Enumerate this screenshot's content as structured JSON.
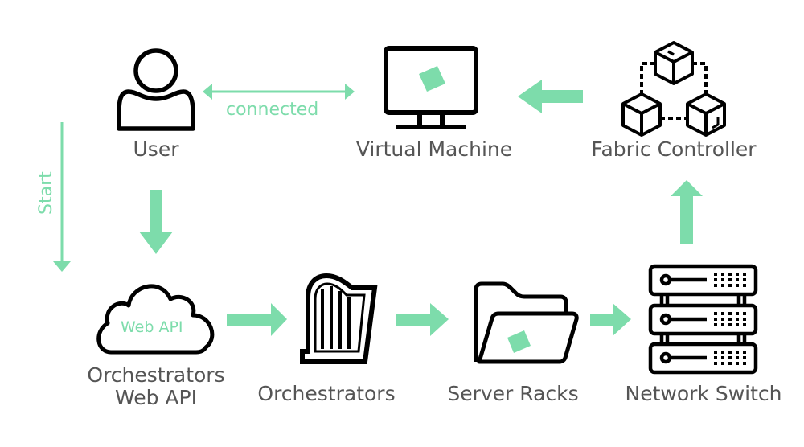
{
  "diagram": {
    "accent_color": "#7ddcab",
    "icon_color": "#000000",
    "label_color": "#555555",
    "nodes": [
      {
        "id": "user",
        "label": "User",
        "icon": "user-icon"
      },
      {
        "id": "vm",
        "label": "Virtual Machine",
        "icon": "monitor-icon"
      },
      {
        "id": "fabric",
        "label": "Fabric Controller",
        "icon": "cubes-network-icon"
      },
      {
        "id": "webapi",
        "label_line1": "Orchestrators",
        "label_line2": "Web API",
        "icon": "cloud-icon",
        "inner_text": "Web API"
      },
      {
        "id": "orch",
        "label": "Orchestrators",
        "icon": "harp-icon"
      },
      {
        "id": "racks",
        "label": "Server Racks",
        "icon": "folder-icon"
      },
      {
        "id": "switch",
        "label": "Network Switch",
        "icon": "server-stack-icon"
      }
    ],
    "edges": [
      {
        "from": "user",
        "to": "vm",
        "label": "connected",
        "bidirectional": true
      },
      {
        "from": "fabric",
        "to": "vm"
      },
      {
        "from": "user",
        "to": "webapi"
      },
      {
        "from": "webapi",
        "to": "orch"
      },
      {
        "from": "orch",
        "to": "racks"
      },
      {
        "from": "racks",
        "to": "switch"
      },
      {
        "from": "switch",
        "to": "fabric"
      }
    ],
    "start_label": "Start"
  }
}
